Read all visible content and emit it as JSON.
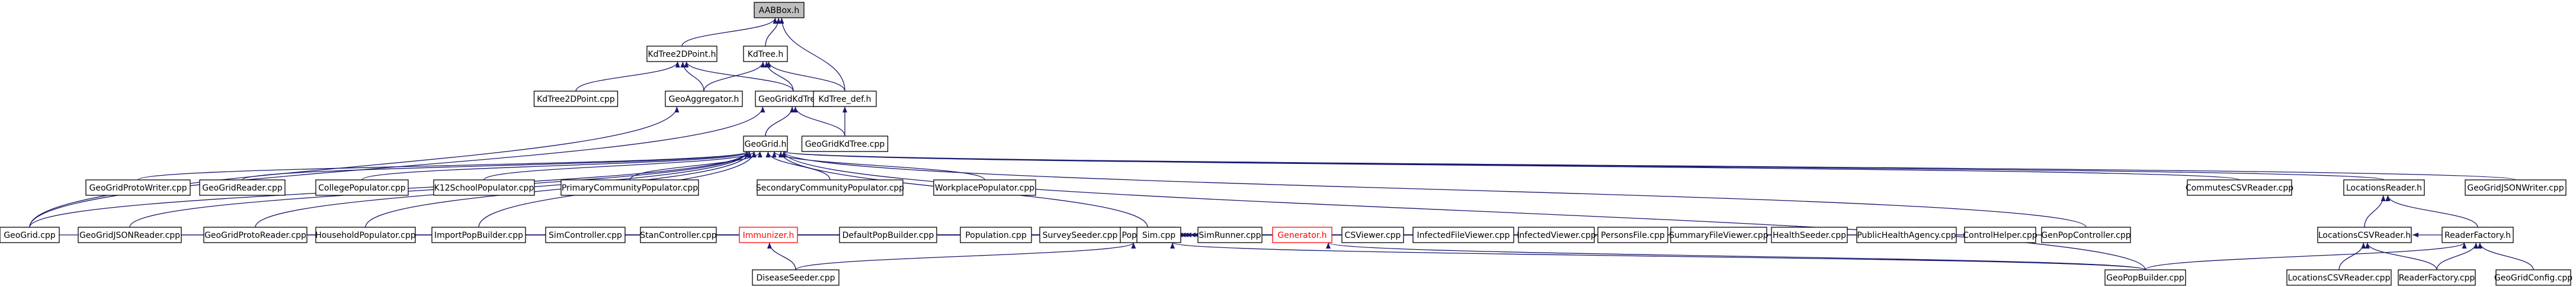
{
  "graph": {
    "colors": {
      "edge": "#191970",
      "box_border": "#000000",
      "current_fill": "#bfbfbf",
      "missing_border": "#ff0000"
    },
    "nodes": [
      {
        "id": "aabbox",
        "label": "AABBox.h",
        "current": true
      },
      {
        "id": "kd2d",
        "label": "KdTree2DPoint.h"
      },
      {
        "id": "kdtree",
        "label": "KdTree.h"
      },
      {
        "id": "kd2dcpp",
        "label": "KdTree2DPoint.cpp"
      },
      {
        "id": "geoagg",
        "label": "GeoAggregator.h"
      },
      {
        "id": "ggkd",
        "label": "GeoGridKdTree.h"
      },
      {
        "id": "kddef",
        "label": "KdTree_def.h"
      },
      {
        "id": "ggkdcpp",
        "label": "GeoGridKdTree.cpp"
      },
      {
        "id": "geogrid",
        "label": "GeoGrid.h"
      },
      {
        "id": "ggpw",
        "label": "GeoGridProtoWriter.cpp"
      },
      {
        "id": "ggreader",
        "label": "GeoGridReader.cpp"
      },
      {
        "id": "collpop",
        "label": "CollegePopulator.cpp"
      },
      {
        "id": "k12",
        "label": "K12SchoolPopulator.cpp"
      },
      {
        "id": "primpop",
        "label": "PrimaryCommunityPopulator.cpp"
      },
      {
        "id": "secpop",
        "label": "SecondaryCommunityPopulator.cpp"
      },
      {
        "id": "workpop",
        "label": "WorkplacePopulator.cpp"
      },
      {
        "id": "population",
        "label": "Population.h"
      },
      {
        "id": "commcsv",
        "label": "CommutesCSVReader.cpp"
      },
      {
        "id": "locreaderh",
        "label": "LocationsReader.h"
      },
      {
        "id": "ggjw",
        "label": "GeoGridJSONWriter.cpp"
      },
      {
        "id": "geogridcpp",
        "label": "GeoGrid.cpp"
      },
      {
        "id": "ggjr",
        "label": "GeoGridJSONReader.cpp"
      },
      {
        "id": "ggpr",
        "label": "GeoGridProtoReader.cpp"
      },
      {
        "id": "hhpop",
        "label": "HouseholdPopulator.cpp"
      },
      {
        "id": "importpop",
        "label": "ImportPopBuilder.cpp"
      },
      {
        "id": "simctrl",
        "label": "SimController.cpp"
      },
      {
        "id": "stanctrl",
        "label": "StanController.cpp"
      },
      {
        "id": "immunizer",
        "label": "Immunizer.h",
        "missing": true
      },
      {
        "id": "defpop",
        "label": "DefaultPopBuilder.cpp"
      },
      {
        "id": "popcpp",
        "label": "Population.cpp"
      },
      {
        "id": "survey",
        "label": "SurveySeeder.cpp"
      },
      {
        "id": "simcpp",
        "label": "Sim.cpp"
      },
      {
        "id": "simrunner",
        "label": "SimRunner.cpp"
      },
      {
        "id": "generator",
        "label": "Generator.h",
        "missing": true
      },
      {
        "id": "csvviewer",
        "label": "CSViewer.cpp"
      },
      {
        "id": "infviewer",
        "label": "InfectedFileViewer.cpp"
      },
      {
        "id": "infview",
        "label": "InfectedViewer.cpp"
      },
      {
        "id": "personsfile",
        "label": "PersonsFile.cpp"
      },
      {
        "id": "summary",
        "label": "SummaryFileViewer.cpp"
      },
      {
        "id": "health",
        "label": "HealthSeeder.cpp"
      },
      {
        "id": "pha",
        "label": "PublicHealthAgency.cpp"
      },
      {
        "id": "ctrlhelper",
        "label": "ControlHelper.cpp"
      },
      {
        "id": "genpopctrl",
        "label": "GenPopController.cpp"
      },
      {
        "id": "loccsvh",
        "label": "LocationsCSVReader.h"
      },
      {
        "id": "readerfac",
        "label": "ReaderFactory.h"
      },
      {
        "id": "disease",
        "label": "DiseaseSeeder.cpp"
      },
      {
        "id": "geopop",
        "label": "GeoPopBuilder.cpp"
      },
      {
        "id": "loccsvcpp",
        "label": "LocationsCSVReader.cpp"
      },
      {
        "id": "readerfaccpp",
        "label": "ReaderFactory.cpp"
      },
      {
        "id": "geogridcfg",
        "label": "GeoGridConfig.cpp"
      }
    ],
    "edges": [
      [
        "kd2d",
        "aabbox"
      ],
      [
        "kdtree",
        "aabbox"
      ],
      [
        "kddef",
        "aabbox"
      ],
      [
        "kd2dcpp",
        "kd2d"
      ],
      [
        "geoagg",
        "kd2d"
      ],
      [
        "ggkd",
        "kd2d"
      ],
      [
        "geoagg",
        "kdtree"
      ],
      [
        "ggkd",
        "kdtree"
      ],
      [
        "kddef",
        "kdtree"
      ],
      [
        "ggkdcpp",
        "kddef"
      ],
      [
        "geogrid",
        "ggkd"
      ],
      [
        "ggkdcpp",
        "ggkd"
      ],
      [
        "geogridcpp",
        "ggkd"
      ],
      [
        "geogridcpp",
        "geoagg"
      ],
      [
        "ggpw",
        "geogrid"
      ],
      [
        "ggreader",
        "geogrid"
      ],
      [
        "collpop",
        "geogrid"
      ],
      [
        "k12",
        "geogrid"
      ],
      [
        "primpop",
        "geogrid"
      ],
      [
        "secpop",
        "geogrid"
      ],
      [
        "workpop",
        "geogrid"
      ],
      [
        "population",
        "geogrid"
      ],
      [
        "commcsv",
        "geogrid"
      ],
      [
        "locreaderh",
        "geogrid"
      ],
      [
        "ggjw",
        "geogrid"
      ],
      [
        "geogridcpp",
        "geogrid"
      ],
      [
        "ggjr",
        "geogrid"
      ],
      [
        "ggpr",
        "geogrid"
      ],
      [
        "hhpop",
        "geogrid"
      ],
      [
        "importpop",
        "geogrid"
      ],
      [
        "genpopctrl",
        "geogrid"
      ],
      [
        "geopop",
        "geogrid"
      ],
      [
        "geogridcpp",
        "population"
      ],
      [
        "ggjr",
        "population"
      ],
      [
        "ggpr",
        "population"
      ],
      [
        "hhpop",
        "population"
      ],
      [
        "importpop",
        "population"
      ],
      [
        "simctrl",
        "population"
      ],
      [
        "stanctrl",
        "population"
      ],
      [
        "immunizer",
        "population"
      ],
      [
        "defpop",
        "population"
      ],
      [
        "popcpp",
        "population"
      ],
      [
        "survey",
        "population"
      ],
      [
        "simcpp",
        "population"
      ],
      [
        "simrunner",
        "population"
      ],
      [
        "generator",
        "population"
      ],
      [
        "csvviewer",
        "population"
      ],
      [
        "infviewer",
        "population"
      ],
      [
        "infview",
        "population"
      ],
      [
        "personsfile",
        "population"
      ],
      [
        "summary",
        "population"
      ],
      [
        "health",
        "population"
      ],
      [
        "pha",
        "population"
      ],
      [
        "ctrlhelper",
        "population"
      ],
      [
        "genpopctrl",
        "population"
      ],
      [
        "geopop",
        "population"
      ],
      [
        "disease",
        "population"
      ],
      [
        "disease",
        "immunizer"
      ],
      [
        "geopop",
        "generator"
      ],
      [
        "loccsvh",
        "locreaderh"
      ],
      [
        "readerfac",
        "locreaderh"
      ],
      [
        "readerfac",
        "loccsvh"
      ],
      [
        "loccsvcpp",
        "loccsvh"
      ],
      [
        "readerfaccpp",
        "loccsvh"
      ],
      [
        "readerfaccpp",
        "readerfac"
      ],
      [
        "geogridcfg",
        "readerfac"
      ],
      [
        "geopop",
        "readerfac"
      ]
    ]
  }
}
